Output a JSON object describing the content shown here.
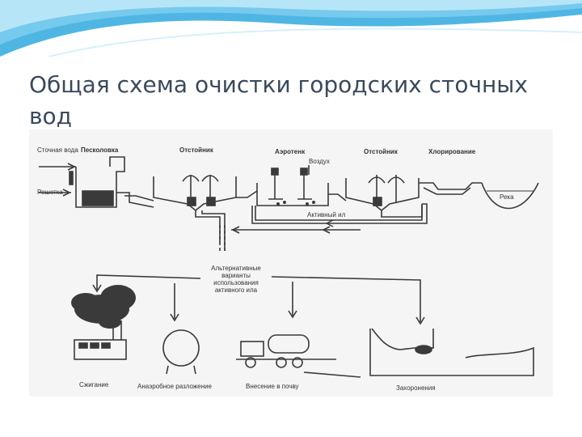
{
  "slide": {
    "title": "Общая схема очистки городских сточных вод"
  },
  "diagram": {
    "stages": {
      "inlet": "Сточная вода",
      "sand_trap": "Песколовка",
      "screen": "Решетка",
      "settler1": "Отстойник",
      "aerotank": "Аэротенк",
      "air": "Воздух",
      "settler2": "Отстойник",
      "chlorination": "Хлорирование",
      "river": "Река",
      "activated_sludge": "Активный ил"
    },
    "alternatives_label": [
      "Альтернативные",
      "варианты",
      "использования",
      "активного ила"
    ],
    "options": {
      "incineration": "Сжигание",
      "anaerobic": "Анаэробное разложение",
      "soil": "Внесение в почву",
      "burial": "Захоронения"
    }
  }
}
